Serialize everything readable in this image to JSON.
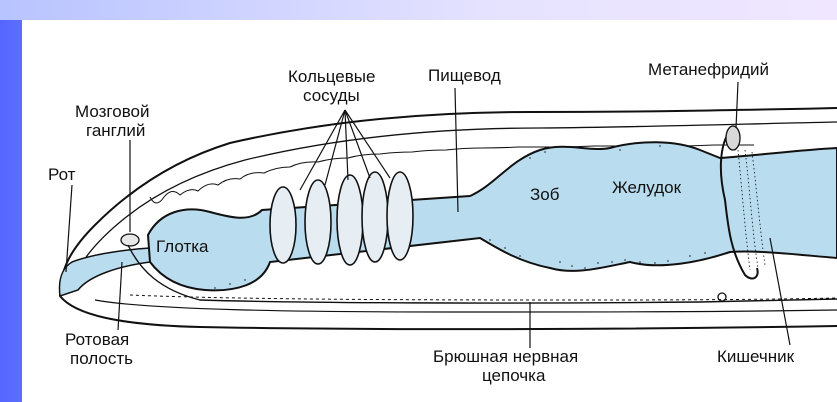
{
  "labels": {
    "rot": "Рот",
    "mozgovoy_1": "Мозговой",
    "mozgovoy_2": "ганглий",
    "koltsevye_1": "Кольцевые",
    "koltsevye_2": "сосуды",
    "pishchevod": "Пищевод",
    "metanefridiy": "Метанефридий",
    "glotka": "Глотка",
    "zob": "Зоб",
    "zheludok": "Желудок",
    "rotovaya_1": "Ротовая",
    "rotovaya_2": "полость",
    "bryushnaya_1": "Брюшная нервная",
    "bryushnaya_2": "цепочка",
    "kishechnik": "Кишечник"
  },
  "colors": {
    "gut_fill": "#b9dcef",
    "outline": "#111111",
    "background_left": "#5566ff",
    "background_band": "#e6e3ff"
  }
}
